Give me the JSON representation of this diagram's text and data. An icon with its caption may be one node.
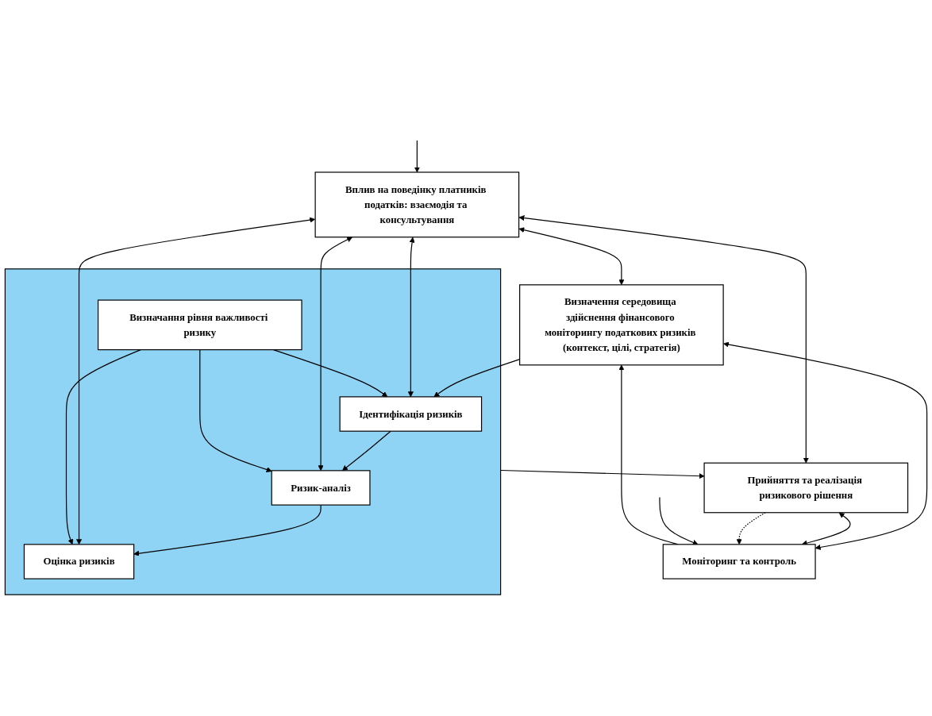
{
  "diagram": {
    "nodes": [
      {
        "text": [
          "Вплив на поведінку платників податків: взаємодія та консультування"
        ]
      },
      {
        "text": [
          "Визначення середовища здійснення фінансового моніторингу податкових ризиків (контекст, цілі, стратегія)"
        ]
      },
      {
        "text": [],
        "shape": "box"
      },
      {
        "text": [
          "Ідентифікація ризиків"
        ],
        "in": 2
      },
      {
        "text": [
          "Ризик-аналіз"
        ],
        "in": 2
      },
      {
        "text": [
          "Оцінка ризиків"
        ],
        "in": 2
      },
      {
        "text": [
          "Визначання рівня важливості ризику"
        ],
        "in": 2
      },
      {
        "text": [
          "Прийняття та реалізація ризикового рішення"
        ]
      },
      {
        "text": [
          "Моніторинг та контроль"
        ]
      }
    ],
    "edges": [
      {
        "from": 0,
        "to": 1,
        "arrow": "both"
      },
      {
        "from": 1,
        "to": 8,
        "arrow": "both"
      },
      {
        "from": 8,
        "to": 1,
        "arrow": "to"
      },
      {
        "from": 1,
        "to": 3,
        "arrow": "to"
      },
      {
        "from": 0,
        "to": 3,
        "arrow": "both"
      },
      {
        "from": 6,
        "to": 3,
        "arrow": "to"
      },
      {
        "from": 3,
        "to": 4,
        "arrow": "to"
      },
      {
        "from": 0,
        "to": 4,
        "arrow": "both"
      },
      {
        "from": 6,
        "to": 4,
        "arrow": "to"
      },
      {
        "from": 4,
        "to": 5,
        "arrow": "to"
      },
      {
        "from": 0,
        "to": 5,
        "arrow": "both"
      },
      {
        "from": 6,
        "to": 5,
        "arrow": "to"
      },
      {
        "from": 2,
        "to": 7,
        "arrow": "to"
      },
      {
        "from": 0,
        "to": 7,
        "arrow": "both"
      },
      {
        "from": 7,
        "to": 8,
        "arrow": "both"
      },
      {
        "from": 7,
        "to": 8,
        "arrow": "to",
        "style": "dashed"
      },
      {
        "from": null,
        "to": 0,
        "arrow": "to"
      },
      {
        "from": null,
        "to": 8,
        "arrow": "to"
      }
    ]
  }
}
